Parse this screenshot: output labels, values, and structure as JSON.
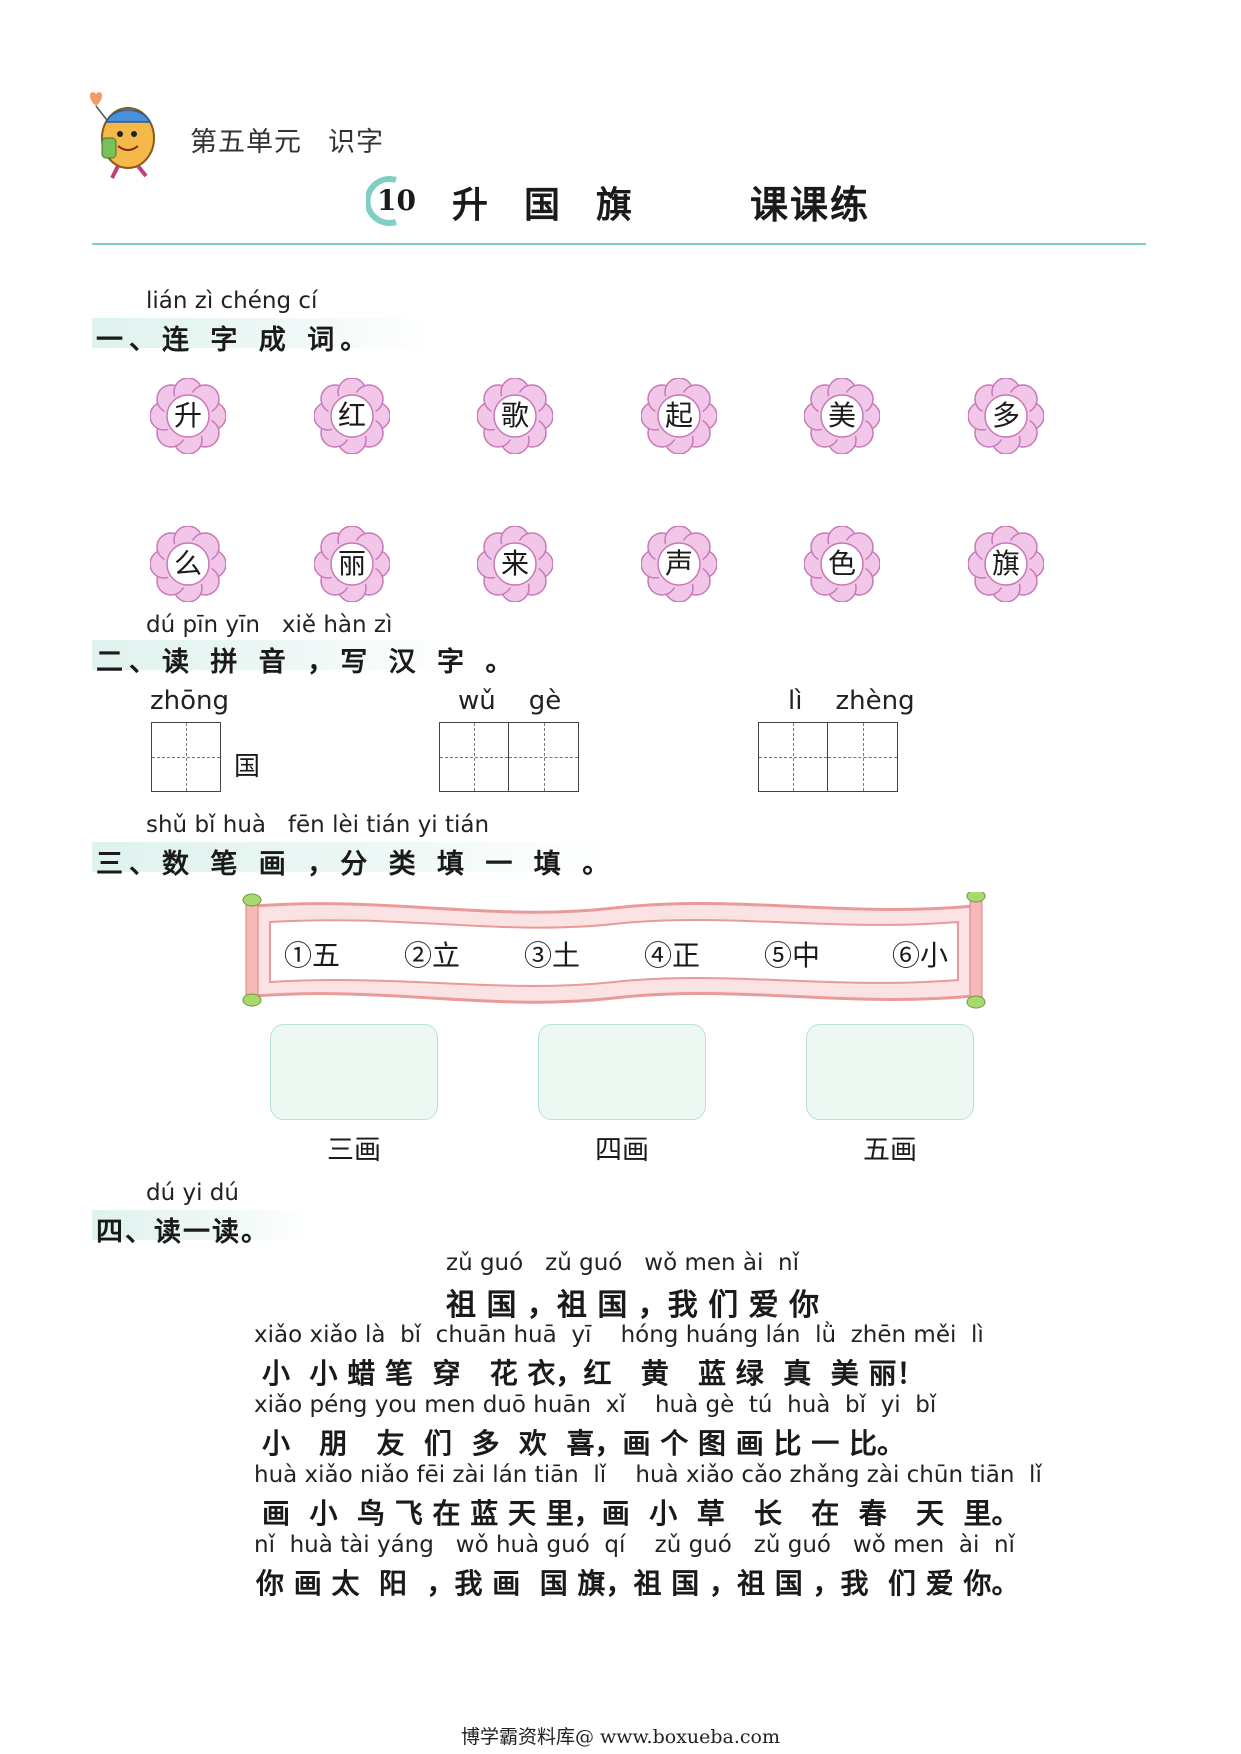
{
  "header": {
    "unit": "第五单元",
    "unit_type": "识字",
    "lesson_number": "10",
    "lesson_title": "升国旗",
    "lesson_tag": "课课练"
  },
  "section1": {
    "pinyin": "lián zì chéng cí",
    "title": "一、连 字  成  词。",
    "row1": [
      "升",
      "红",
      "歌",
      "起",
      "美",
      "多"
    ],
    "row2": [
      "么",
      "丽",
      "来",
      "声",
      "色",
      "旗"
    ]
  },
  "section2": {
    "pinyin": "dú pīn yīn   xiě hàn zì",
    "title": "二、读 拼 音 ，写 汉 字 。",
    "items": [
      {
        "pinyin": "zhōng",
        "after": "国"
      },
      {
        "pinyin": "wǔ    gè",
        "after": ""
      },
      {
        "pinyin": "lì    zhèng",
        "after": ""
      }
    ]
  },
  "section3": {
    "pinyin": "shǔ bǐ huà   fēn lèi tián yi tián",
    "title": "三、数 笔 画 ，分 类 填 一 填 。",
    "banner_items": [
      "①五",
      "②立",
      "③土",
      "④正",
      "⑤中",
      "⑥小"
    ],
    "categories": [
      "三画",
      "四画",
      "五画"
    ]
  },
  "section4": {
    "pinyin": "dú yi dú",
    "title": "四、读一读。",
    "poem_title_pinyin": "zǔ guó   zǔ guó   wǒ men ài  nǐ",
    "poem_title": "祖 国 ，祖 国 ，我 们 爱 你",
    "lines": [
      {
        "pinyin": "xiǎo xiǎo là  bǐ  chuān huā  yī    hóng huáng lán  lǜ  zhēn měi  lì",
        "text": "小  小 蜡 笔  穿   花 衣，红   黄   蓝 绿  真  美 丽！"
      },
      {
        "pinyin": "xiǎo péng you men duō huān  xǐ    huà gè  tú  huà  bǐ  yi  bǐ",
        "text": "小   朋   友  们  多  欢  喜，画 个 图 画 比 一 比。"
      },
      {
        "pinyin": "huà xiǎo niǎo fēi zài lán tiān  lǐ    huà xiǎo cǎo zhǎng zài chūn tiān  lǐ",
        "text": "画  小  鸟 飞 在 蓝 天 里，画  小  草   长   在  春   天  里。"
      },
      {
        "pinyin": "nǐ  huà tài yáng   wǒ huà guó  qí    zǔ guó   zǔ guó   wǒ men  ài  nǐ",
        "text": "你 画 太  阳  ，我 画  国 旗，祖 国 ，祖 国 ，我  们 爱 你。"
      }
    ]
  },
  "footer": "博学霸资料库@ www.boxueba.com",
  "colors": {
    "accent": "#7fcfc4",
    "flower_petal": "#f2c6e8",
    "flower_stroke": "#c679b6",
    "banner": "#f7c2c2",
    "box_fill": "#edf8f3"
  }
}
